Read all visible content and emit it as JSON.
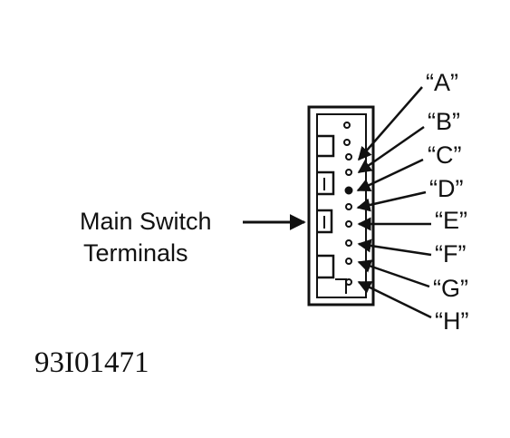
{
  "diagram": {
    "callout_label_line1": "Main Switch",
    "callout_label_line2": "Terminals",
    "figure_code": "93I01471",
    "terminals": [
      "“A”",
      "“B”",
      "“C”",
      "“D”",
      "“E”",
      "“F”",
      "“G”",
      "“H”"
    ],
    "colors": {
      "ink": "#111111",
      "background": "#ffffff"
    }
  }
}
